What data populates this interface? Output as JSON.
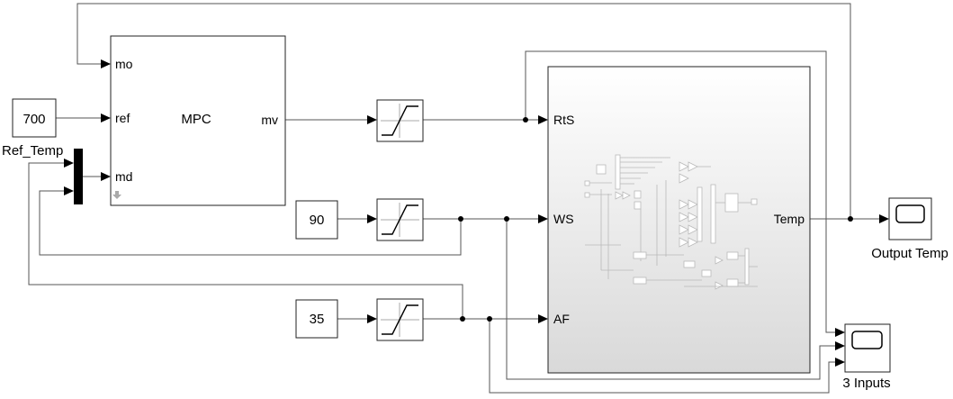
{
  "diagram": {
    "blocks": {
      "ref_const": {
        "value": "700",
        "label": "Ref_Temp"
      },
      "mpc": {
        "name": "MPC",
        "ports": {
          "mo": "mo",
          "ref": "ref",
          "md": "md",
          "mv": "mv"
        }
      },
      "ws_const": {
        "value": "90"
      },
      "af_const": {
        "value": "35"
      },
      "plant": {
        "ports": {
          "rts": "RtS",
          "ws": "WS",
          "af": "AF",
          "temp": "Temp"
        }
      },
      "output_scope": {
        "label": "Output Temp"
      },
      "inputs_scope": {
        "label": "3 Inputs"
      }
    }
  }
}
